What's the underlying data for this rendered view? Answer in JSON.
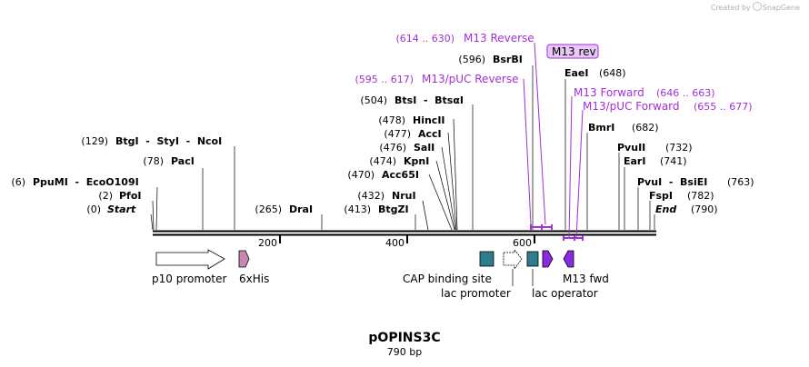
{
  "credit": {
    "prefix": "Created by",
    "brand": "SnapGene"
  },
  "plasmid": {
    "name": "pOPINS3C",
    "length_label": "790 bp",
    "length": 790
  },
  "ruler": {
    "ticks": [
      200,
      400,
      600
    ]
  },
  "sites": [
    {
      "pos": 0,
      "label": "(0)",
      "name": "Start"
    },
    {
      "pos": 2,
      "label": "(2)",
      "name": "PfoI"
    },
    {
      "pos": 6,
      "label": "(6)",
      "name": "PpuMI  -  EcoO109I"
    },
    {
      "pos": 78,
      "label": "(78)",
      "name": "PacI"
    },
    {
      "pos": 129,
      "label": "(129)",
      "name": "BtgI  -  StyI  -  NcoI"
    },
    {
      "pos": 265,
      "label": "(265)",
      "name": "DraI"
    },
    {
      "pos": 413,
      "label": "(413)",
      "name": "BtgZI"
    },
    {
      "pos": 432,
      "label": "(432)",
      "name": "NruI"
    },
    {
      "pos": 470,
      "label": "(470)",
      "name": "Acc65I"
    },
    {
      "pos": 474,
      "label": "(474)",
      "name": "KpnI"
    },
    {
      "pos": 476,
      "label": "(476)",
      "name": "SalI"
    },
    {
      "pos": 477,
      "label": "(477)",
      "name": "AccI"
    },
    {
      "pos": 478,
      "label": "(478)",
      "name": "HincII"
    },
    {
      "pos": 504,
      "label": "(504)",
      "name": "BtsI  -  BtsαI"
    },
    {
      "pos": 596,
      "label": "(596)",
      "name": "BsrBI"
    },
    {
      "pos": 648,
      "label": "(648)",
      "name": "EaeI"
    },
    {
      "pos": 682,
      "label": "(682)",
      "name": "BmrI"
    },
    {
      "pos": 732,
      "label": "(732)",
      "name": "PvuII"
    },
    {
      "pos": 741,
      "label": "(741)",
      "name": "EarI"
    },
    {
      "pos": 763,
      "label": "(763)",
      "name": "PvuI  -  BsiEI"
    },
    {
      "pos": 782,
      "label": "(782)",
      "name": "FspI"
    },
    {
      "pos": 790,
      "label": "(790)",
      "name": "End"
    }
  ],
  "primers": [
    {
      "name": "M13 Reverse",
      "range": "(614 .. 630)"
    },
    {
      "name": "M13/pUC Reverse",
      "range": "(595 .. 617)"
    },
    {
      "name": "M13 Forward",
      "range": "(646 .. 663)"
    },
    {
      "name": "M13/pUC Forward",
      "range": "(655 .. 677)"
    }
  ],
  "primer_bound_label": "M13 rev",
  "features": [
    {
      "name": "p10 promoter"
    },
    {
      "name": "6xHis"
    },
    {
      "name": "CAP binding site"
    },
    {
      "name": "lac promoter"
    },
    {
      "name": "lac operator"
    },
    {
      "name": "M13 fwd"
    }
  ],
  "colors": {
    "enzyme_text": "#000000",
    "primer": "#a030d8",
    "primer_label_bg": "#e8c8f8",
    "his_tag": "#c888b0",
    "cap_site": "#2e7d8e",
    "m13": "#8a2be2",
    "backbone": "#000000"
  }
}
